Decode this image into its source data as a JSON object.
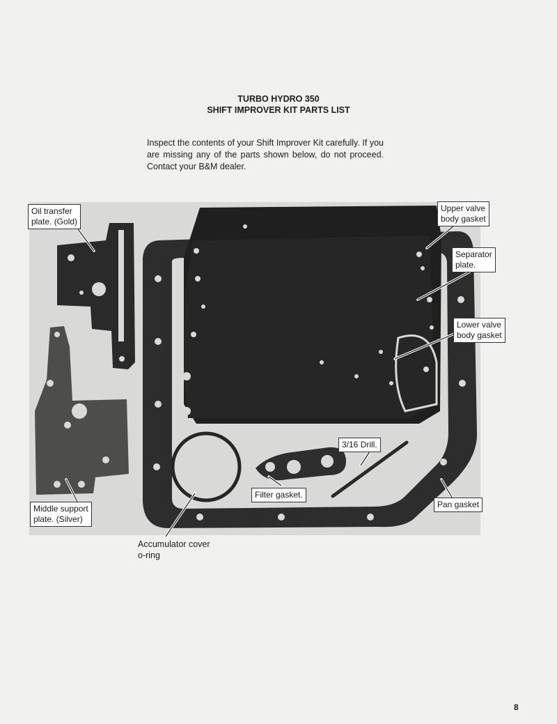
{
  "header": {
    "title_line1": "TURBO HYDRO 350",
    "title_line2": "SHIFT IMPROVER KIT PARTS LIST"
  },
  "intro_text": "Inspect the contents of your Shift Improver Kit carefully. If you are missing any of the parts shown below, do not proceed. Contact your B&M dealer.",
  "labels": {
    "oil_transfer_1": "Oil transfer",
    "oil_transfer_2": "plate. (Gold)",
    "upper_valve_1": "Upper valve",
    "upper_valve_2": "body gasket",
    "separator_1": "Separator",
    "separator_2": "plate.",
    "lower_valve_1": "Lower valve",
    "lower_valve_2": "body gasket",
    "drill": "3/16 Drill.",
    "filter_gasket": "Filter gasket.",
    "pan_gasket": "Pan gasket",
    "middle_support_1": "Middle support",
    "middle_support_2": "plate. (Silver)",
    "accumulator_1": "Accumulator cover",
    "accumulator_2": "o-ring"
  },
  "page_number": "8"
}
